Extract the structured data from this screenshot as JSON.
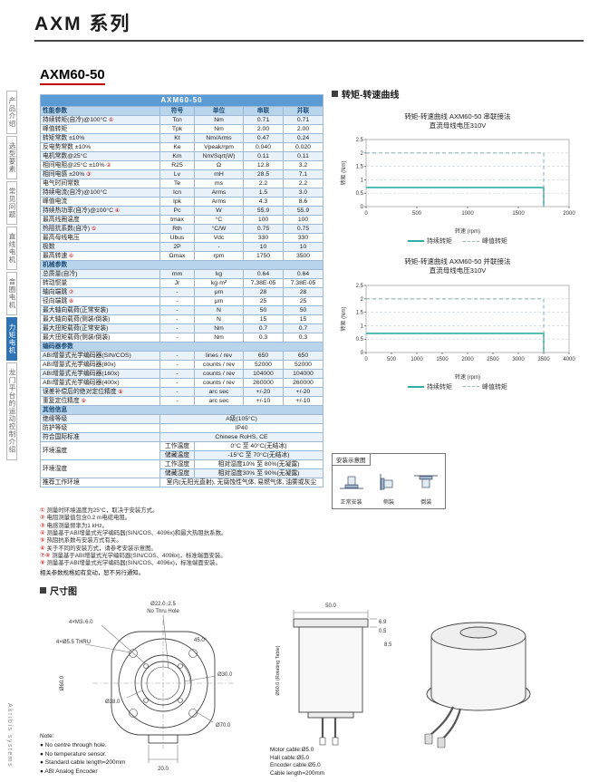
{
  "page": {
    "series_title": "AXM 系列",
    "model": "AXM60-50"
  },
  "sidebar": {
    "tabs": [
      {
        "label": "产品介绍",
        "active": false
      },
      {
        "label": "选型要素",
        "active": false
      },
      {
        "label": "常见问题",
        "active": false
      },
      {
        "label": "直线电机",
        "active": false
      },
      {
        "label": "音圈电机",
        "active": false
      },
      {
        "label": "力矩电机",
        "active": true
      },
      {
        "label": "龙门平台的运动控制介绍",
        "active": false
      }
    ],
    "brand": "Akribis systems"
  },
  "spec_table": {
    "title": "AXM60-50",
    "columns": [
      "符号",
      "单位",
      "串联",
      "并联"
    ],
    "sections": [
      {
        "name": "性能参数",
        "rows": [
          {
            "label": "持续转矩(自冷)@100°C",
            "sup": "①",
            "sym": "Tcn",
            "unit": "Nm",
            "s": "0.71",
            "p": "0.71"
          },
          {
            "label": "峰值转矩",
            "sym": "Tpk",
            "unit": "Nm",
            "s": "2.00",
            "p": "2.00"
          },
          {
            "label": "转矩常数 ±10%",
            "sym": "Kt",
            "unit": "Nm/Arms",
            "s": "0.47",
            "p": "0.24"
          },
          {
            "label": "反电势常数 ±10%",
            "sym": "Ke",
            "unit": "Vpeak/rpm",
            "s": "0.040",
            "p": "0.020"
          },
          {
            "label": "电机常数@25°C",
            "sym": "Km",
            "unit": "Nm/Sqrt(W)",
            "s": "0.11",
            "p": "0.11"
          },
          {
            "label": "相间电阻@25°C ±10%",
            "sup": "②",
            "sym": "R25",
            "unit": "Ω",
            "s": "12.8",
            "p": "3.2"
          },
          {
            "label": "相间电感 ±20%",
            "sup": "③",
            "sym": "Lv",
            "unit": "mH",
            "s": "28.5",
            "p": "7.1"
          },
          {
            "label": "电气时间常数",
            "sym": "Te",
            "unit": "ms",
            "s": "2.2",
            "p": "2.2"
          },
          {
            "label": "持续电流(自冷)@100°C",
            "sym": "Icn",
            "unit": "Arms",
            "s": "1.5",
            "p": "3.0"
          },
          {
            "label": "峰值电流",
            "sym": "Ipk",
            "unit": "Arms",
            "s": "4.3",
            "p": "8.6"
          },
          {
            "label": "持续热功率(自冷)@100°C",
            "sup": "④",
            "sym": "Pc",
            "unit": "W",
            "s": "55.9",
            "p": "55.9"
          },
          {
            "label": "最高线圈温度",
            "sym": "tmax",
            "unit": "°C",
            "s": "100",
            "p": "100"
          },
          {
            "label": "热阻抗系数(自冷)",
            "sup": "⑤",
            "sym": "Rth",
            "unit": "°C/W",
            "s": "0.75",
            "p": "0.75"
          },
          {
            "label": "最高母线电压",
            "sym": "Ubus",
            "unit": "Vdc",
            "s": "330",
            "p": "330"
          },
          {
            "label": "极数",
            "sym": "2P",
            "unit": "-",
            "s": "10",
            "p": "10"
          },
          {
            "label": "最高转速",
            "sup": "⑥",
            "sym": "Ωmax",
            "unit": "rpm",
            "s": "1750",
            "p": "3500"
          }
        ]
      },
      {
        "name": "机械参数",
        "rows": [
          {
            "label": "总质量(自冷)",
            "sym": "mm",
            "unit": "kg",
            "s": "0.64",
            "p": "0.64"
          },
          {
            "label": "转动惯量",
            "sym": "Jr",
            "unit": "kg·m²",
            "s": "7.38E-05",
            "p": "7.38E-05"
          },
          {
            "label": "轴向端跳",
            "sup": "⑦",
            "sym": "-",
            "unit": "μm",
            "s": "28",
            "p": "28"
          },
          {
            "label": "径向端跳",
            "sup": "⑧",
            "sym": "-",
            "unit": "μm",
            "s": "25",
            "p": "25"
          },
          {
            "label": "最大轴向载荷(正常安装)",
            "sym": "-",
            "unit": "N",
            "s": "50",
            "p": "50"
          },
          {
            "label": "最大轴向载荷(侧装/倒装)",
            "sym": "-",
            "unit": "N",
            "s": "15",
            "p": "15"
          },
          {
            "label": "最大扭矩载荷(正常安装)",
            "sym": "-",
            "unit": "Nm",
            "s": "0.7",
            "p": "0.7"
          },
          {
            "label": "最大扭矩载荷(侧装/倒装)",
            "sym": "-",
            "unit": "Nm",
            "s": "0.3",
            "p": "0.3"
          }
        ]
      },
      {
        "name": "编码器参数",
        "rows": [
          {
            "label": "ABI增量式光学编码器(SIN/COS)",
            "sym": "-",
            "unit": "lines / rev",
            "s": "650",
            "p": "650"
          },
          {
            "label": "ABI增量式光学编码器(80x)",
            "sym": "-",
            "unit": "counts / rev",
            "s": "52000",
            "p": "52000"
          },
          {
            "label": "ABI增量式光学编码器(160x)",
            "sym": "-",
            "unit": "counts / rev",
            "s": "104000",
            "p": "104000"
          },
          {
            "label": "ABI增量式光学编码器(400x)",
            "sym": "-",
            "unit": "counts / rev",
            "s": "260000",
            "p": "260000"
          },
          {
            "label": "误差补偿后的绝对定位精度",
            "sup": "⑨",
            "sym": "-",
            "unit": "arc sec",
            "s": "+/-20",
            "p": "+/-20"
          },
          {
            "label": "重复定位精度",
            "sup": "⑨",
            "sym": "-",
            "unit": "arc sec",
            "s": "+/-10",
            "p": "+/-10"
          }
        ]
      },
      {
        "name": "其他信息",
        "rows": [
          {
            "label": "绝缘等级",
            "value": "A级(105°C)"
          },
          {
            "label": "防护等级",
            "value": "IP40"
          },
          {
            "label": "符合国际标准",
            "value": "Chinese RoHS, CE"
          },
          {
            "label": "环境温度",
            "subs": [
              [
                "工作温度",
                "0°C 至 40°C(无结冰)"
              ],
              [
                "储藏温度",
                "-15°C 至 70°C(无结冰)"
              ]
            ]
          },
          {
            "label": "环境湿度",
            "subs": [
              [
                "工作湿度",
                "相对湿度10% 至 80%(无凝露)"
              ],
              [
                "储藏湿度",
                "相对湿度30% 至 90%(无凝露)"
              ]
            ]
          },
          {
            "label": "推荐工作环境",
            "value": "室内(无阳光直射), 无腐蚀性气体, 易燃气体, 油雾或灰尘"
          }
        ]
      }
    ]
  },
  "curves": {
    "heading": "转矩-转速曲线",
    "charts": [
      {
        "type": "line",
        "title_line1": "转矩-转速曲线 AXM60-50 串联接法",
        "title_line2": "直流母线电压310V",
        "xlabel": "转速 (rpm)",
        "ylabel": "转矩 (Nm)",
        "xlim": [
          0,
          2000
        ],
        "xticks": [
          0,
          500,
          1000,
          1500,
          2000
        ],
        "ylim": [
          0,
          2.5
        ],
        "yticks": [
          0,
          0.5,
          1,
          1.5,
          2,
          2.5
        ],
        "series": [
          {
            "name": "持续转矩",
            "dash": false,
            "color": "#33ada6",
            "points": [
              [
                0,
                0.71
              ],
              [
                1750,
                0.71
              ],
              [
                1750,
                0
              ]
            ]
          },
          {
            "name": "峰值转矩",
            "dash": true,
            "color": "#8fb4be",
            "points": [
              [
                0,
                2.0
              ],
              [
                1750,
                2.0
              ],
              [
                1750,
                0
              ]
            ]
          }
        ]
      },
      {
        "type": "line",
        "title_line1": "转矩-转速曲线 AXM60-50 并联接法",
        "title_line2": "直流母线电压310V",
        "xlabel": "转速 (rpm)",
        "ylabel": "转矩 (Nm)",
        "xlim": [
          0,
          4000
        ],
        "xticks": [
          0,
          500,
          1000,
          1500,
          2000,
          2500,
          3000,
          3500,
          4000
        ],
        "ylim": [
          0,
          2.5
        ],
        "yticks": [
          0,
          0.5,
          1,
          1.5,
          2,
          2.5
        ],
        "series": [
          {
            "name": "持续转矩",
            "dash": false,
            "color": "#33ada6",
            "points": [
              [
                0,
                0.71
              ],
              [
                3500,
                0.71
              ],
              [
                3500,
                0
              ]
            ]
          },
          {
            "name": "峰值转矩",
            "dash": true,
            "color": "#8fb4be",
            "points": [
              [
                0,
                2.0
              ],
              [
                3500,
                2.0
              ],
              [
                3500,
                0
              ]
            ]
          }
        ]
      }
    ]
  },
  "mounting": {
    "title": "安装示意图",
    "items": [
      "正常安装",
      "侧装",
      "倒装"
    ]
  },
  "notes": [
    {
      "n": "①",
      "t": "测量时环境温度为25°C，取决于安装方式。"
    },
    {
      "n": "②",
      "t": "电阻测量值包含0.2 m电缆电阻。"
    },
    {
      "n": "③",
      "t": "电感测量频率为1 kHz。"
    },
    {
      "n": "④",
      "t": "测量基于ABI增量式光学编码器(SIN/COS、4096x)和最大热阻抗系数。"
    },
    {
      "n": "⑤",
      "t": "热阻抗系数与安装方式有关。"
    },
    {
      "n": "⑥",
      "t": "关于不同的安装方式，请参考安装示意图。"
    },
    {
      "n": "⑦⑧",
      "t": "测量基于ABI增量式光学编码器(SIN/COS、4096x)，标准端面安装。"
    },
    {
      "n": "⑨",
      "t": "测量基于ABI增量式光学编码器(SIN/COS、4096x)，标准端面安装。"
    },
    {
      "n": "",
      "t": "相关参数规格如有变动，恕不另行通知。"
    }
  ],
  "dimensions": {
    "heading": "尺寸图",
    "front": {
      "hole_note1": "Ø22.0↓2.5",
      "hole_note2": "No Thru Hole",
      "m3": "4×M3↓6.0",
      "bolt": "4×Ø5.5 THRU",
      "angle": "45.0°",
      "d30": "Ø30.0",
      "d38": "Ø38.0",
      "d60": "Ø60.0",
      "d70": "Ø70.0",
      "w20": "20.0"
    },
    "side": {
      "w50": "50.0",
      "h69": "6.9",
      "h05": "0.5",
      "h85": "8.5",
      "table_label": "Ø60.0 (Rotating Table)"
    },
    "note": {
      "title": "Note:",
      "items": [
        "No centre through hole.",
        "No temperature sensor.",
        "Standard cable length=200mm",
        "ABI Analog Encoder"
      ]
    },
    "cables": [
      "Motor cable:Ø5.0",
      "Hall cable:Ø5.0",
      "Encoder cable:Ø5.0",
      "Cable length=200mm"
    ]
  }
}
